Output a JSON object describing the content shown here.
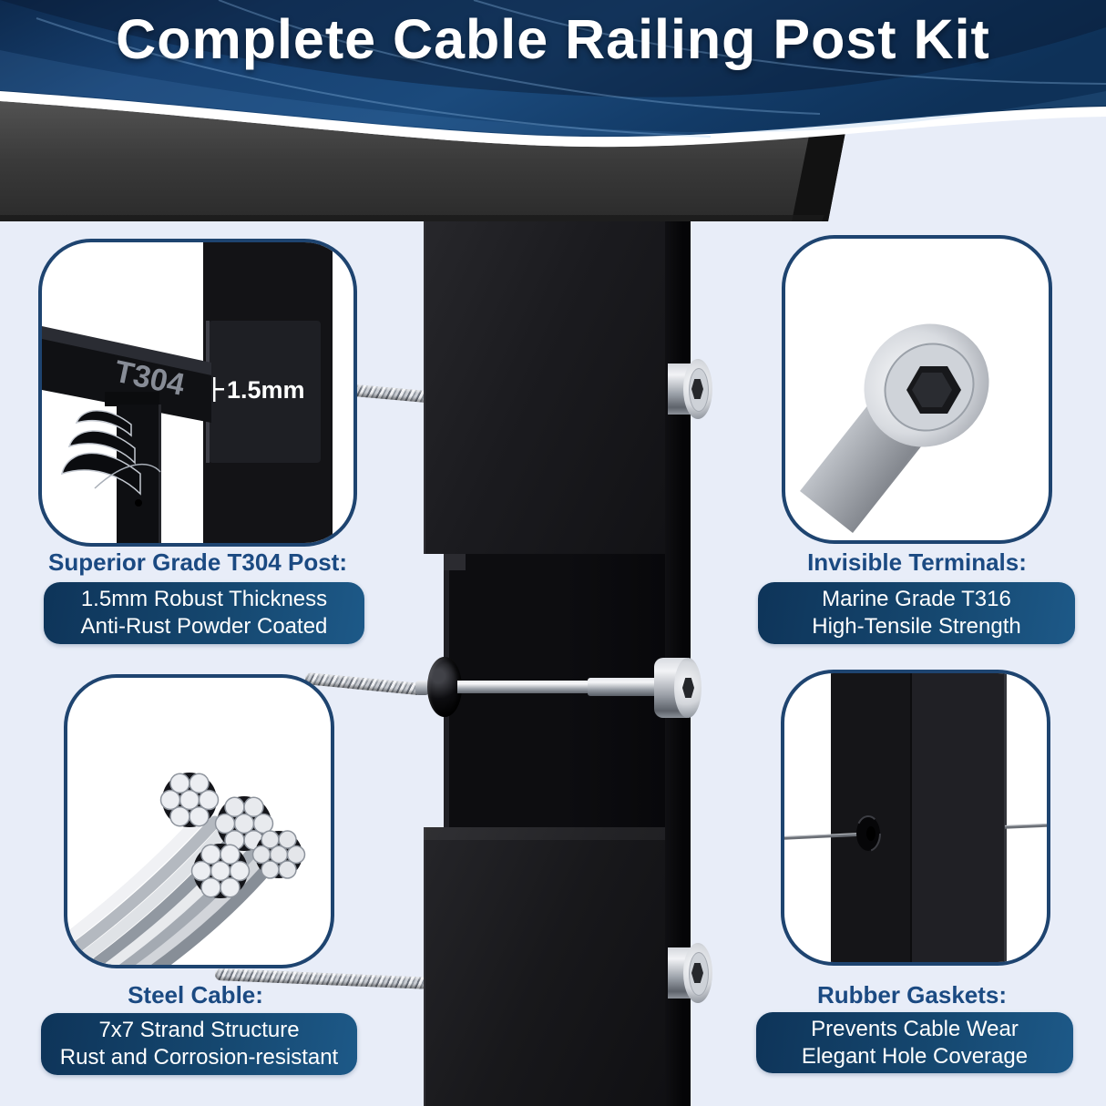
{
  "header": {
    "title": "Complete Cable Railing Post Kit"
  },
  "callouts": [
    {
      "id": "post",
      "heading": "Superior Grade T304 Post:",
      "pill_lines": [
        "1.5mm Robust Thickness",
        "Anti-Rust Powder Coated"
      ],
      "labels": {
        "rail": "T304",
        "thickness": "1.5mm"
      }
    },
    {
      "id": "terminals",
      "heading": "Invisible Terminals:",
      "pill_lines": [
        "Marine Grade T316",
        "High-Tensile Strength"
      ]
    },
    {
      "id": "cable",
      "heading": "Steel Cable:",
      "pill_lines": [
        "7x7 Strand Structure",
        "Rust and Corrosion-resistant"
      ]
    },
    {
      "id": "gaskets",
      "heading": "Rubber Gaskets:",
      "pill_lines": [
        "Prevents Cable Wear",
        "Elegant Hole Coverage"
      ]
    }
  ],
  "colors": {
    "background": "#e8edf8",
    "header_navy": "#16406e",
    "heading_text": "#1b4a82",
    "pill_gradient_start": "#0e3459",
    "pill_gradient_end": "#1d5988",
    "box_border": "#1e4470",
    "post_black": "#18181b",
    "rail_gray": "#3d3d3d",
    "steel_silver": "#c9ccd2"
  }
}
